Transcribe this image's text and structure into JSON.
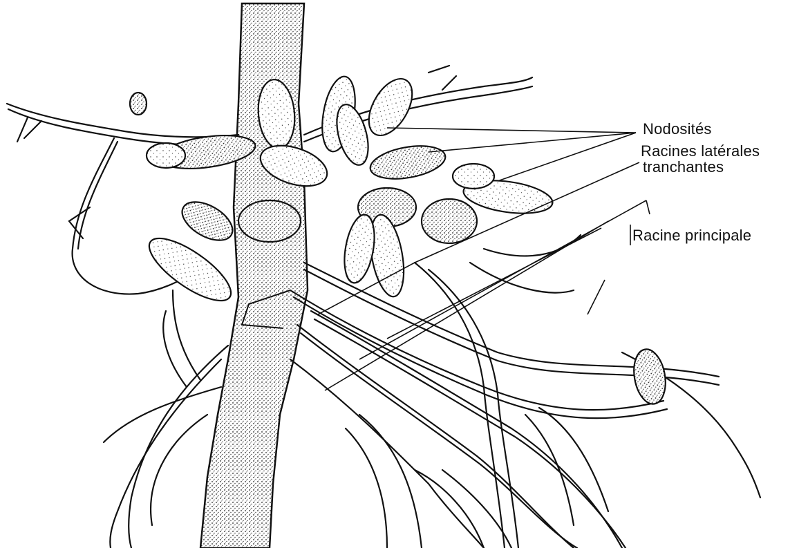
{
  "diagram": {
    "labels": {
      "nodosites": "Nodosités",
      "racines_laterales_line1": "Racines latérales",
      "racines_laterales_line2": "tranchantes",
      "racine_principale": "Racine principale"
    },
    "ink_color": "#111111",
    "background_color": "#ffffff"
  }
}
